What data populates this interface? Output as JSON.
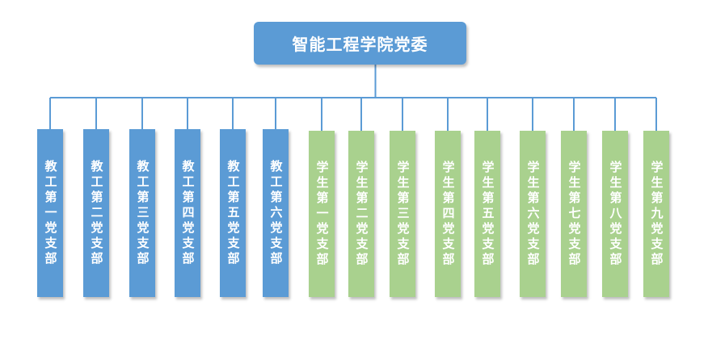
{
  "chart": {
    "root": {
      "label": "智能工程学院党委",
      "color": "#5b9bd5"
    },
    "line_color": "#5b9bd5",
    "teacher_color": "#5b9bd5",
    "student_color": "#a9d18e",
    "branches": [
      {
        "label": "教工第一党支部",
        "group": "teacher"
      },
      {
        "label": "教工第二党支部",
        "group": "teacher"
      },
      {
        "label": "教工第三党支部",
        "group": "teacher"
      },
      {
        "label": "教工第四党支部",
        "group": "teacher"
      },
      {
        "label": "教工第五党支部",
        "group": "teacher"
      },
      {
        "label": "教工第六党支部",
        "group": "teacher"
      },
      {
        "label": "学生第一党支部",
        "group": "student"
      },
      {
        "label": "学生第二党支部",
        "group": "student"
      },
      {
        "label": "学生第三党支部",
        "group": "student"
      },
      {
        "label": "学生第四党支部",
        "group": "student"
      },
      {
        "label": "学生第五党支部",
        "group": "student"
      },
      {
        "label": "学生第六党支部",
        "group": "student"
      },
      {
        "label": "学生第七党支部",
        "group": "student"
      },
      {
        "label": "学生第八党支部",
        "group": "student"
      },
      {
        "label": "学生第九党支部",
        "group": "student"
      }
    ]
  }
}
